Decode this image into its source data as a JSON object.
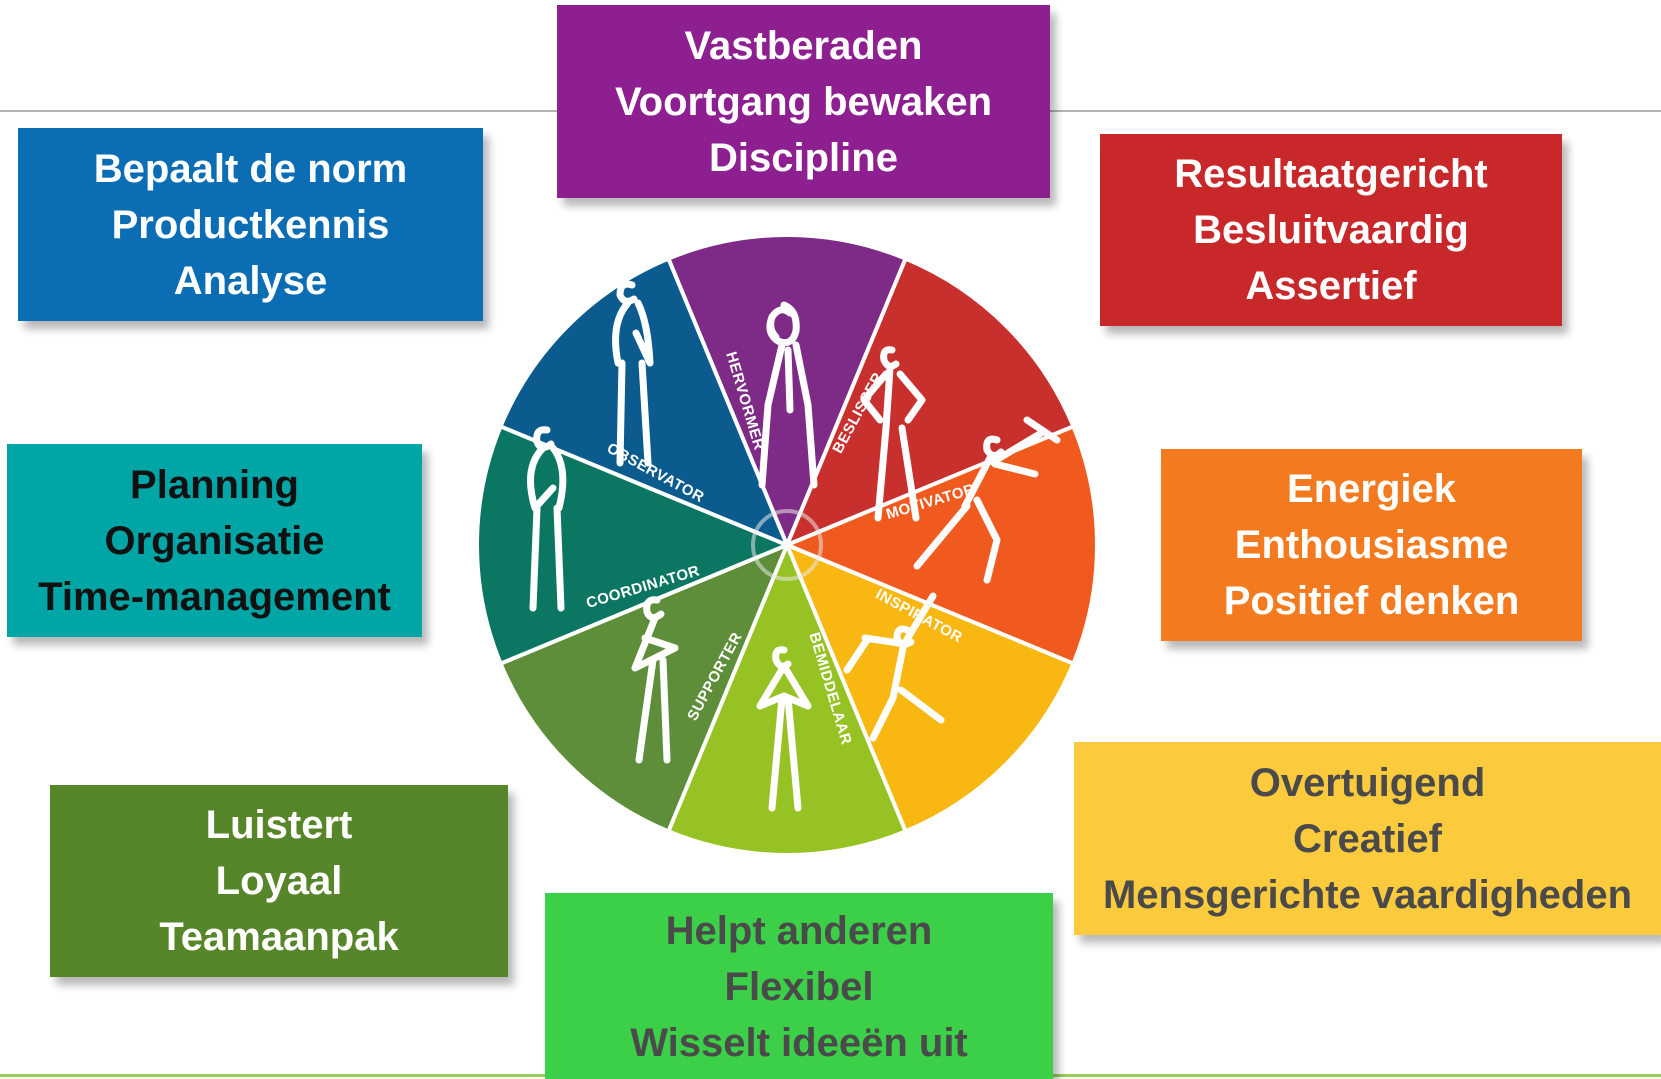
{
  "boxes": [
    {
      "id": "hervormer",
      "color": "#8e1f91",
      "lines": [
        "Vastberaden",
        "Voortgang bewaken",
        "Discipline"
      ]
    },
    {
      "id": "observator",
      "color": "#0b6eb4",
      "lines": [
        "Bepaalt de norm",
        "Productkennis",
        "Analyse"
      ]
    },
    {
      "id": "beslisser",
      "color": "#c9282b",
      "lines": [
        "Resultaatgericht",
        "Besluitvaardig",
        "Assertief"
      ]
    },
    {
      "id": "coordinator",
      "color": "#00a6a6",
      "lines": [
        "Planning",
        "Organisatie",
        "Time-management"
      ]
    },
    {
      "id": "motivator",
      "color": "#f47a1f",
      "lines": [
        "Energiek",
        "Enthousiasme",
        "Positief denken"
      ]
    },
    {
      "id": "inspirator",
      "color": "#fbca3d",
      "lines": [
        "Overtuigend",
        "Creatief",
        "Mensgerichte vaardigheden"
      ]
    },
    {
      "id": "supporter",
      "color": "#57852a",
      "lines": [
        "Luistert",
        "Loyaal",
        "Teamaanpak"
      ]
    },
    {
      "id": "bemiddelaar",
      "color": "#3ccf48",
      "lines": [
        "Helpt anderen",
        "Flexibel",
        "Wisselt ideeën uit"
      ]
    }
  ],
  "wheel": {
    "segments": [
      {
        "label": "HERVORMER",
        "color": "#7d2b86"
      },
      {
        "label": "BESLISSER",
        "color": "#c8302e"
      },
      {
        "label": "MOTIVATOR",
        "color": "#f05a1e"
      },
      {
        "label": "INSPIRATOR",
        "color": "#f9b712"
      },
      {
        "label": "BEMIDDELAAR",
        "color": "#96c224"
      },
      {
        "label": "SUPPORTER",
        "color": "#5e8e3a"
      },
      {
        "label": "COORDINATOR",
        "color": "#0b7763"
      },
      {
        "label": "OBSERVATOR",
        "color": "#0b5b8e"
      }
    ]
  }
}
